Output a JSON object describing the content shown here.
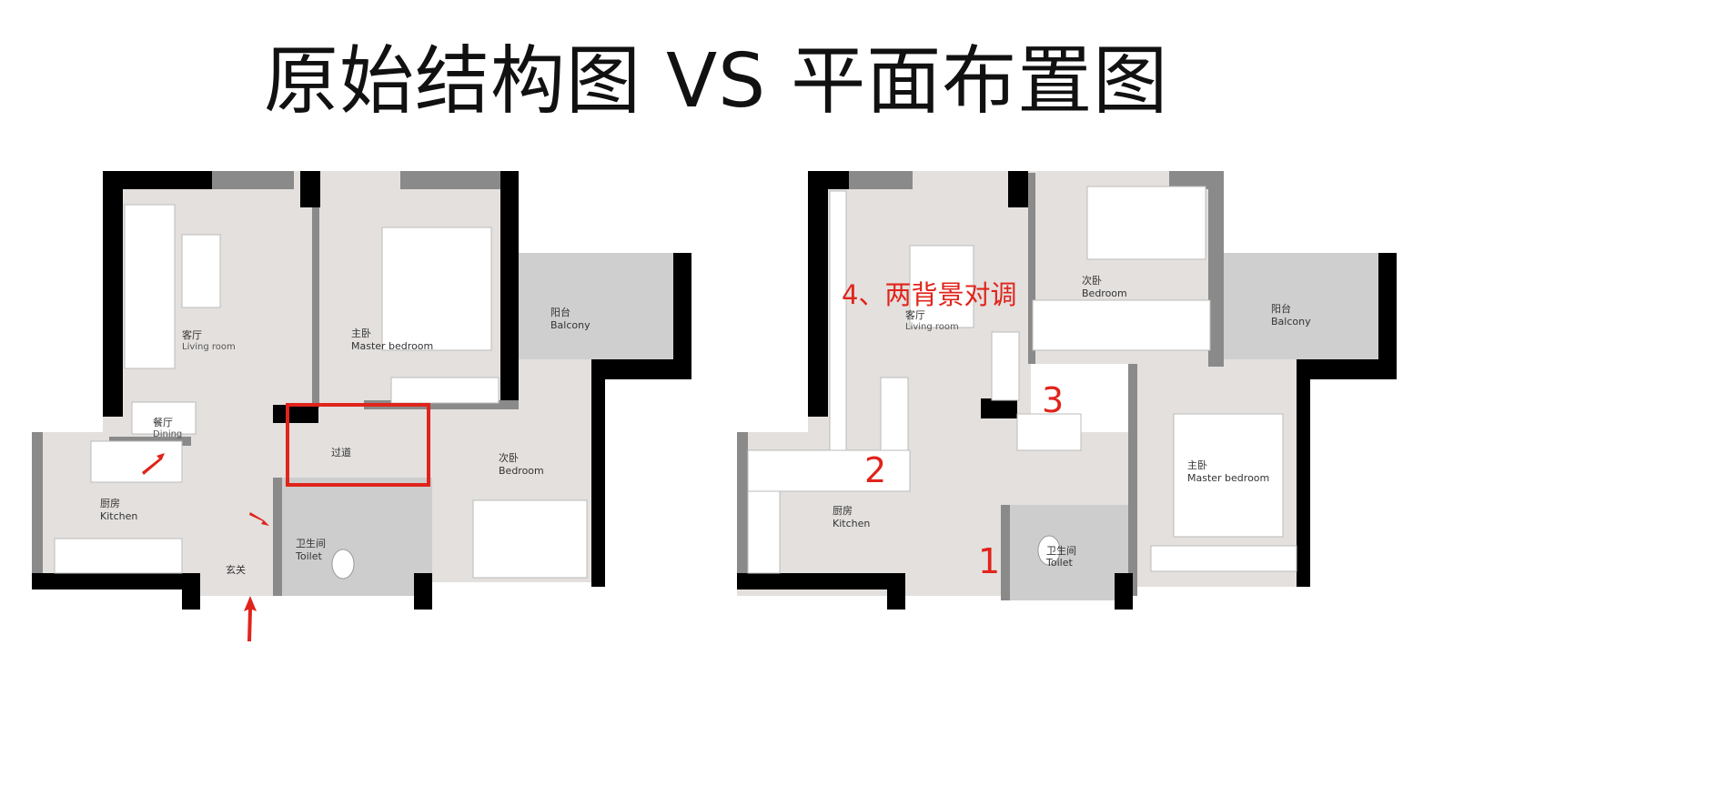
{
  "title": "原始结构图 VS 平面布置图",
  "colors": {
    "floor": "#e3e0de",
    "wall_structural": "#000000",
    "wall_partition": "#8a8a8a",
    "balcony": "#cfcfcf",
    "annotation": "#e0241b"
  },
  "original_plan": {
    "rooms": {
      "living_cn": "客厅",
      "living_en": "Living room",
      "master_cn": "主卧",
      "master_en": "Master bedroom",
      "balcony_cn": "阳台",
      "balcony_en": "Balcony",
      "dining_cn": "餐厅",
      "dining_en": "Dining",
      "passage_cn": "过道",
      "bedroom_cn": "次卧",
      "bedroom_en": "Bedroom",
      "kitchen_cn": "厨房",
      "kitchen_en": "Kitchen",
      "toilet_cn": "卫生间",
      "toilet_en": "Toilet",
      "entry_cn": "玄关"
    }
  },
  "layout_plan": {
    "rooms": {
      "living_cn": "客厅",
      "living_en": "Living room",
      "bedroom_cn": "次卧",
      "bedroom_en": "Bedroom",
      "balcony_cn": "阳台",
      "balcony_en": "Balcony",
      "master_cn": "主卧",
      "master_en": "Master bedroom",
      "kitchen_cn": "厨房",
      "kitchen_en": "Kitchen",
      "toilet_cn": "卫生间",
      "toilet_en": "Toilet"
    },
    "annotations": {
      "note4": "4、两背景对调",
      "n1": "1",
      "n2": "2",
      "n3": "3"
    }
  }
}
